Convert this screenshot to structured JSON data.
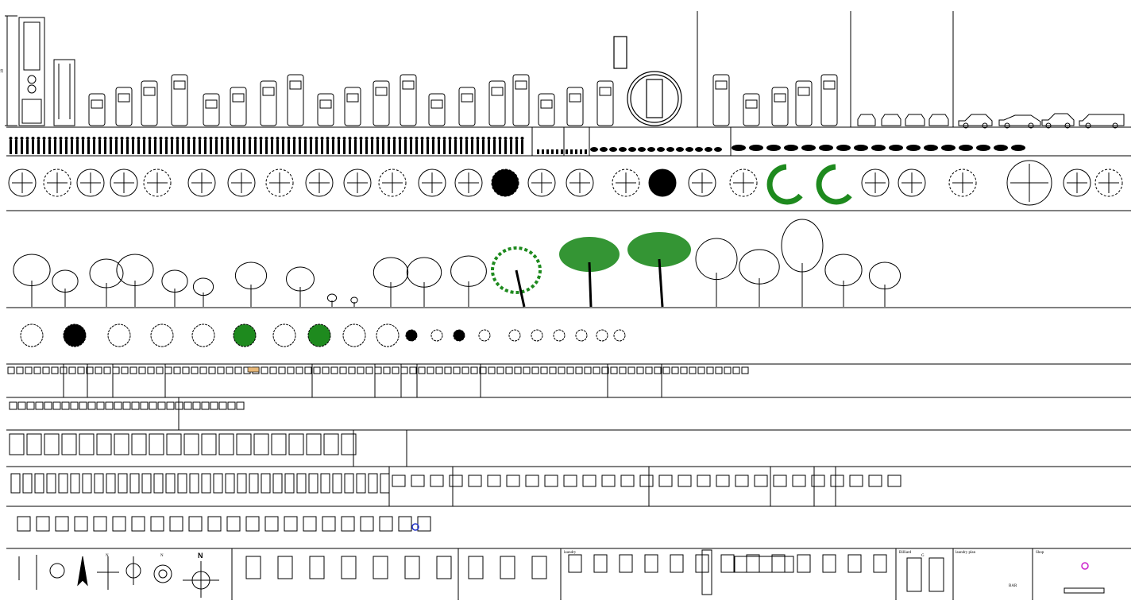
{
  "sheet": {
    "labels": {
      "dimension": "18",
      "north_1": "N",
      "north_2": "N",
      "north_3": "N",
      "laundry": "laundry",
      "billiard": "Billiard",
      "laundry_plan": "laundry plan",
      "shop": "Shop",
      "bar_tag": "BAR",
      "g_tag": "G"
    },
    "rows": [
      {
        "name": "vehicles-side-and-top",
        "contents": [
          "trucks",
          "buses",
          "cars top view",
          "roundabout",
          "cars side view"
        ]
      },
      {
        "name": "people-and-animals",
        "contents": [
          "people elevation",
          "animals elevation"
        ]
      },
      {
        "name": "trees-plan-view",
        "contents": [
          "tree symbols plan",
          "green canopy plan"
        ]
      },
      {
        "name": "trees-elevation",
        "contents": [
          "palm",
          "conifers",
          "deciduous trees",
          "green canopy trees"
        ]
      },
      {
        "name": "shrubs-plan-view",
        "contents": [
          "shrub symbols",
          "green shrub patches"
        ]
      },
      {
        "name": "bathroom-and-kitchen-fixtures",
        "contents": [
          "wc",
          "basins",
          "bathtubs",
          "kitchen counters"
        ]
      },
      {
        "name": "dining-and-office-sets",
        "contents": [
          "tables",
          "chairs"
        ]
      },
      {
        "name": "beds-and-bedroom",
        "contents": [
          "beds",
          "wardrobes",
          "night tables"
        ]
      },
      {
        "name": "living-room-furniture",
        "contents": [
          "sofas",
          "armchairs",
          "piano",
          "dining tables"
        ]
      },
      {
        "name": "office-furniture",
        "contents": [
          "desks",
          "workstations"
        ]
      },
      {
        "name": "symbols-and-equipment",
        "contents": [
          "north arrows",
          "lamps",
          "laundry",
          "billiard",
          "shop"
        ]
      }
    ],
    "colors": {
      "line": "#000000",
      "green": "#1e8a1e",
      "blue": "#2233cc",
      "magenta": "#cc22cc",
      "tan": "#e8b878"
    }
  }
}
